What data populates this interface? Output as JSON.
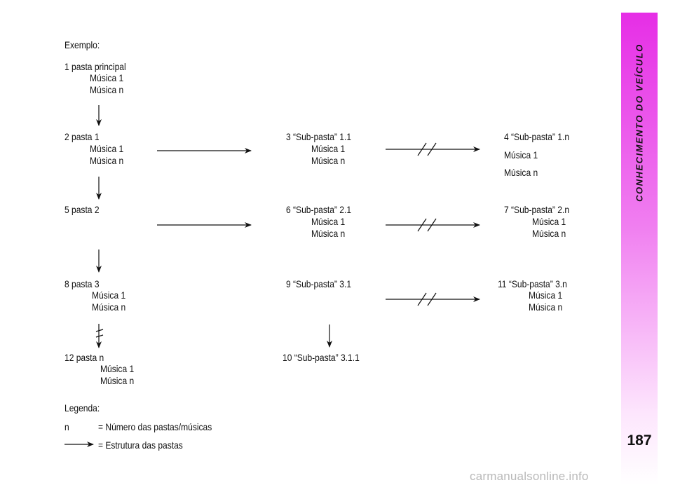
{
  "sidebar": {
    "title": "CONHECIMENTO DO VEÍCULO",
    "page_number": "187"
  },
  "watermark": "carmanualsonline.info",
  "diagram": {
    "example_label": "Exemplo:",
    "col1": {
      "n1": {
        "title": "1 pasta principal",
        "item1": "Música 1",
        "item2": "Música n"
      },
      "n2": {
        "title": "2 pasta 1",
        "item1": "Música 1",
        "item2": "Música n"
      },
      "n5": {
        "title": "5 pasta 2"
      },
      "n8": {
        "title": "8 pasta 3",
        "item1": "Música 1",
        "item2": "Música n"
      },
      "n12": {
        "title": "12 pasta n",
        "item1": "Música 1",
        "item2": "Música n"
      }
    },
    "col2": {
      "n3": {
        "title": "3 “Sub-pasta” 1.1",
        "item1": "Música 1",
        "item2": "Música n"
      },
      "n6": {
        "title": "6 “Sub-pasta” 2.1",
        "item1": "Música 1",
        "item2": "Música n"
      },
      "n9": {
        "title": "9 “Sub-pasta” 3.1"
      },
      "n10": {
        "title": "10 “Sub-pasta” 3.1.1"
      }
    },
    "col3": {
      "n4": {
        "title": "4 “Sub-pasta” 1.n",
        "item1": "Música 1",
        "item2": "Música n"
      },
      "n7": {
        "title": "7 “Sub-pasta” 2.n",
        "item1": "Música 1",
        "item2": "Música n"
      },
      "n11": {
        "title": "11 “Sub-pasta” 3.n",
        "item1": "Música 1",
        "item2": "Música n"
      }
    }
  },
  "legend": {
    "label": "Legenda:",
    "n_symbol": "n",
    "n_desc": "= Número das pastas/músicas",
    "arrow_desc": "= Estrutura das pastas"
  }
}
